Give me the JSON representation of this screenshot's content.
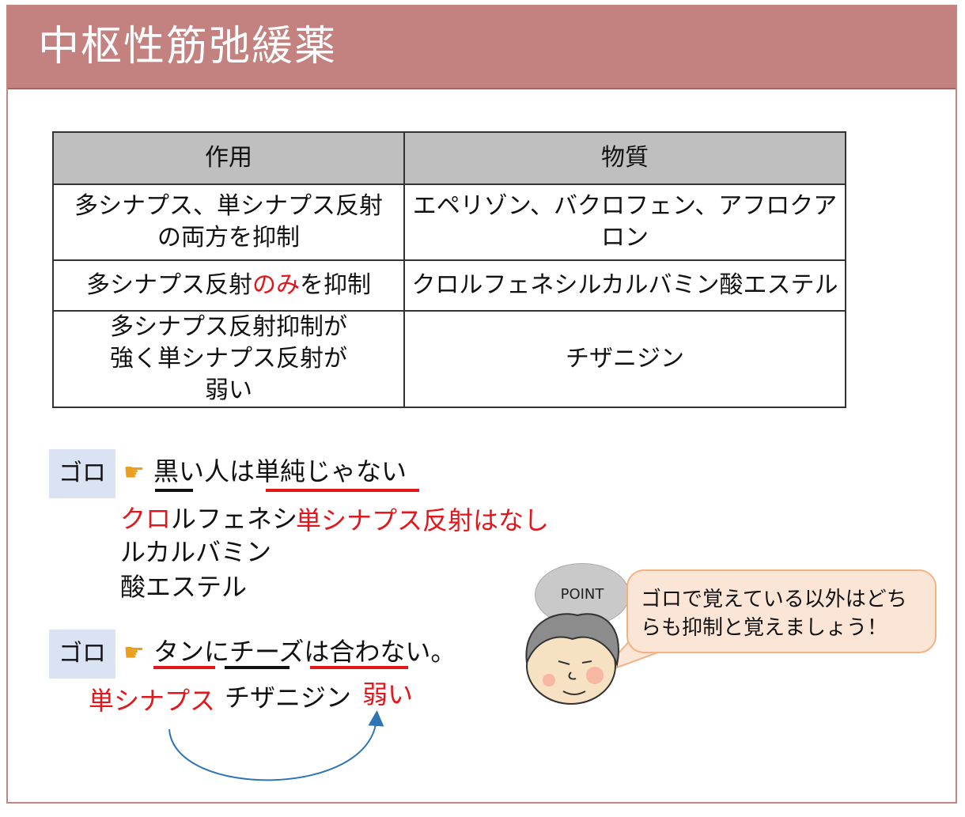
{
  "title": "中枢性筋弛緩薬",
  "table": {
    "headers": [
      "作用",
      "物質"
    ],
    "rows": [
      {
        "effect": "多シナプス、単シナプス反射の両方を抑制",
        "substance": "エペリゾン、バクロフェン、アフロクアロン"
      },
      {
        "effect_pre": "多シナプス反射",
        "effect_red": "のみ",
        "effect_post": "を抑制",
        "substance": "クロルフェネシルカルバミン酸エステル"
      },
      {
        "effect": "多シナプス反射抑制が強く単シナプス反射が弱い",
        "substance": "チザニジン"
      }
    ]
  },
  "goro1": {
    "badge": "ゴロ",
    "text": "黒い人は単純じゃない",
    "notes": {
      "red_part": "クロ",
      "line1_rest": "ルフェネシ",
      "line2": "ルカルバミン",
      "line3": "酸エステル",
      "red_note": "単シナプス反射はなし"
    }
  },
  "goro2": {
    "badge": "ゴロ",
    "text": "タンにチーズは合わない。",
    "notes": {
      "left": "単シナプス",
      "middle": "チザニジン",
      "right": "弱い"
    }
  },
  "point": {
    "label": "POINT",
    "bubble": "ゴロで覚えている以外はどちらも抑制と覚えましょう！"
  },
  "colors": {
    "header": "#c3817f",
    "accent_red": "#e3161b",
    "badge_bg": "#dae3f3",
    "bubble_bg": "#fbe5d6",
    "arrow": "#2e75b6"
  }
}
